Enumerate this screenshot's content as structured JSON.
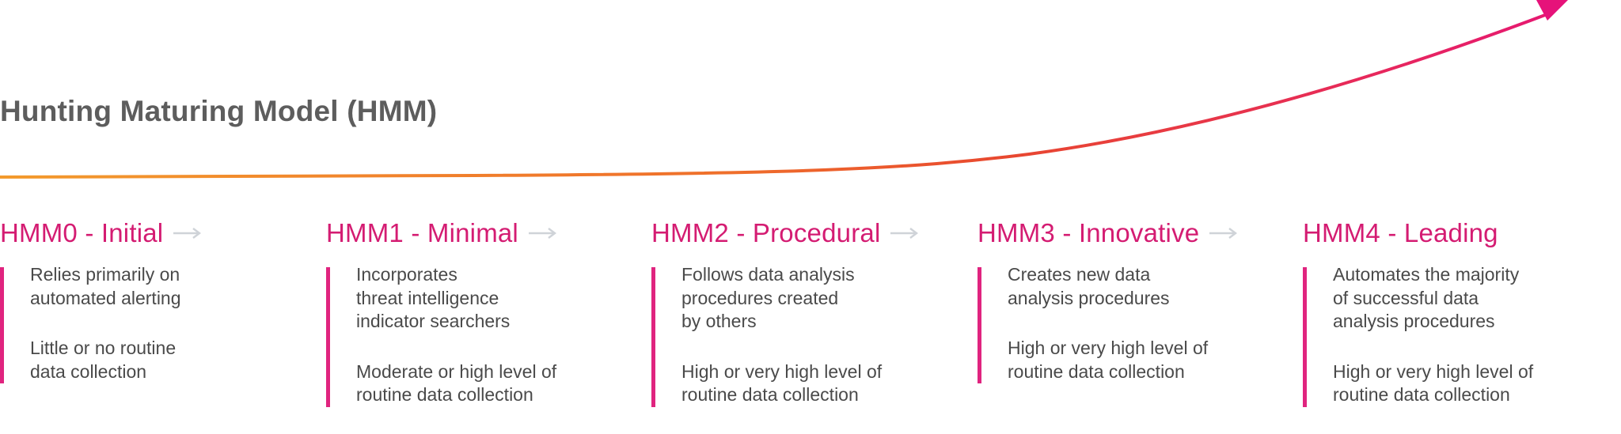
{
  "title": "Hunting Maturing Model (HMM)",
  "colors": {
    "title": "#5d5d5d",
    "stage_title": "#d41c72",
    "accent_bar": "#e0247f",
    "body_text": "#4a4a4a",
    "arrow_glyph": "#cfd3d8",
    "curve_start": "#f39a2c",
    "curve_mid": "#e8532e",
    "curve_end": "#e6127a"
  },
  "stages": [
    {
      "title": "HMM0 - Initial",
      "points": [
        "Relies primarily on\nautomated alerting",
        "Little or no routine\ndata collection"
      ]
    },
    {
      "title": "HMM1 - Minimal",
      "points": [
        "Incorporates\nthreat intelligence\nindicator searchers",
        "Moderate or high level of\nroutine data collection"
      ]
    },
    {
      "title": "HMM2 - Procedural",
      "points": [
        "Follows data analysis\nprocedures created\nby others",
        "High or very high level of\nroutine data collection"
      ]
    },
    {
      "title": "HMM3 - Innovative",
      "points": [
        "Creates new data\nanalysis procedures",
        "High or very high level of\nroutine data collection"
      ]
    },
    {
      "title": "HMM4 - Leading",
      "points": [
        "Automates the majority\nof successful data\nanalysis procedures",
        "High or very high level of\nroutine data collection"
      ]
    }
  ]
}
